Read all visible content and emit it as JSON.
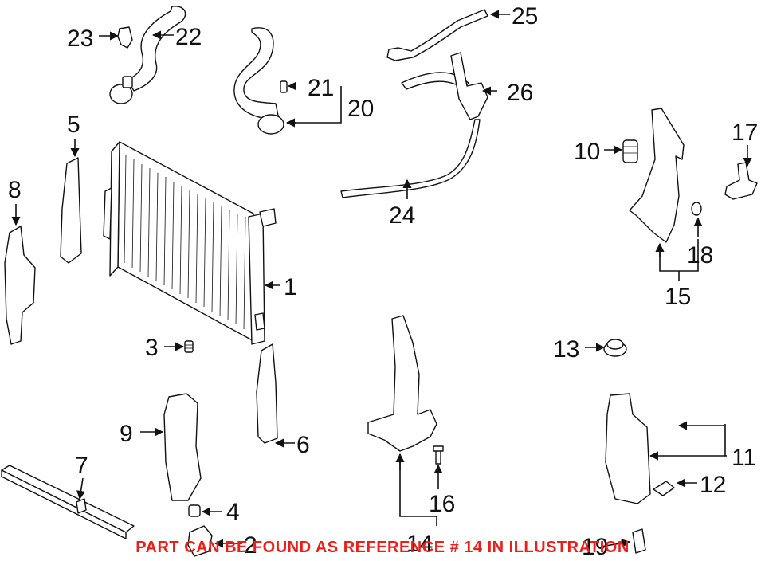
{
  "notice": "PART CAN BE FOUND AS REFERENCE # 14 IN ILLUSTRATION",
  "callouts": {
    "c1": "1",
    "c2": "2",
    "c3": "3",
    "c4": "4",
    "c5": "5",
    "c6": "6",
    "c7": "7",
    "c8": "8",
    "c9": "9",
    "c10": "10",
    "c11": "11",
    "c12": "12",
    "c13": "13",
    "c14": "14",
    "c15": "15",
    "c16": "16",
    "c17": "17",
    "c18": "18",
    "c19": "19",
    "c20": "20",
    "c21": "21",
    "c22": "22",
    "c23": "23",
    "c24": "24",
    "c25": "25",
    "c26": "26"
  },
  "colors": {
    "line": "#111111",
    "notice": "#e8201c",
    "background": "#ffffff"
  }
}
